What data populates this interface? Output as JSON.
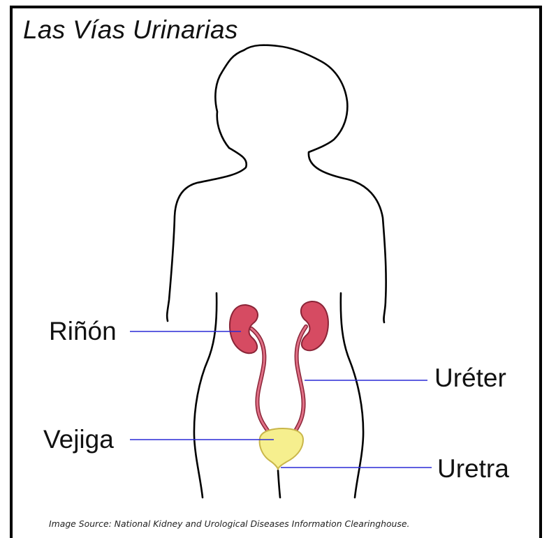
{
  "title": "Las Vías Urinarias",
  "labels": {
    "kidney": "Riñón",
    "ureter": "Uréter",
    "bladder": "Vejiga",
    "urethra": "Uretra"
  },
  "caption": "Image Source: National Kidney and Urological Diseases Information Clearinghouse.",
  "colors": {
    "outline": "#000000",
    "pointer_line": "#2a2ad6",
    "kidney_fill": "#d64b62",
    "kidney_stroke": "#8a2437",
    "bladder_fill": "#f6ef8e",
    "bladder_stroke": "#c9b64a"
  }
}
